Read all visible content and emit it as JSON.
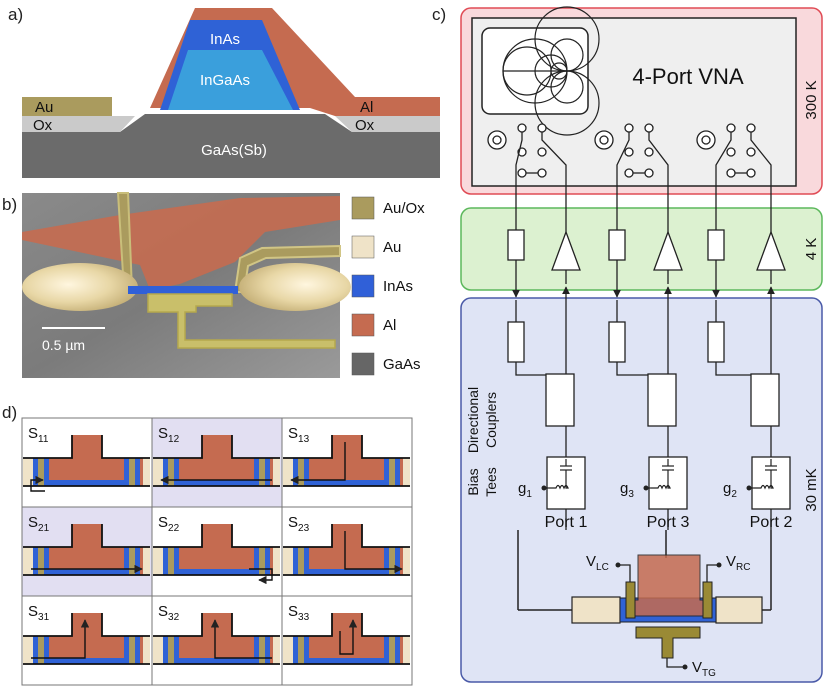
{
  "panels": {
    "a": "a)",
    "b": "b)",
    "c": "c)",
    "d": "d)"
  },
  "stack": {
    "inas": "InAs",
    "ingaas": "InGaAs",
    "au": "Au",
    "al": "Al",
    "ox_left": "Ox",
    "ox_right": "Ox",
    "substrate": "GaAs(Sb)"
  },
  "sem": {
    "scale": "0.5 µm"
  },
  "legend": [
    {
      "label": "Au/Ox",
      "color": "#aa9b5e"
    },
    {
      "label": "Au",
      "color": "#efe3c8"
    },
    {
      "label": "InAs",
      "color": "#3060d8"
    },
    {
      "label": "Al",
      "color": "#c56b50"
    },
    {
      "label": "GaAs",
      "color": "#666666"
    }
  ],
  "colors": {
    "al": "#c56b50",
    "inas": "#2f62d6",
    "ingaas": "#3a9fdc",
    "au_ox": "#aa9b5e",
    "au": "#efe3c8",
    "ox": "#c9c9c9",
    "gaas": "#6b6b6b",
    "room": "#f9d9dc",
    "room_border": "#e04b55",
    "cold": "#dcf1d0",
    "cold_border": "#5cb85c",
    "mk": "#dfe4f5",
    "mk_border": "#4a5aa8",
    "vna": "#efefef"
  },
  "smatrix": [
    {
      "main": "S",
      "sub": "11"
    },
    {
      "main": "S",
      "sub": "12"
    },
    {
      "main": "S",
      "sub": "13"
    },
    {
      "main": "S",
      "sub": "21"
    },
    {
      "main": "S",
      "sub": "22"
    },
    {
      "main": "S",
      "sub": "23"
    },
    {
      "main": "S",
      "sub": "31"
    },
    {
      "main": "S",
      "sub": "32"
    },
    {
      "main": "S",
      "sub": "33"
    }
  ],
  "setup": {
    "vna": "4-Port VNA",
    "temp_room": "300 K",
    "temp_4k": "4 K",
    "temp_mk": "30 mK",
    "directional_1": "Directional",
    "directional_2": "Couplers",
    "bias_1": "Bias",
    "bias_2": "Tees",
    "ports": [
      "Port 1",
      "Port 3",
      "Port 2"
    ],
    "gates": [
      {
        "main": "g",
        "sub": "1"
      },
      {
        "main": "g",
        "sub": "3"
      },
      {
        "main": "g",
        "sub": "2"
      }
    ],
    "vlc": {
      "main": "V",
      "sub": "LC"
    },
    "vrc": {
      "main": "V",
      "sub": "RC"
    },
    "vtg": {
      "main": "V",
      "sub": "TG"
    }
  }
}
